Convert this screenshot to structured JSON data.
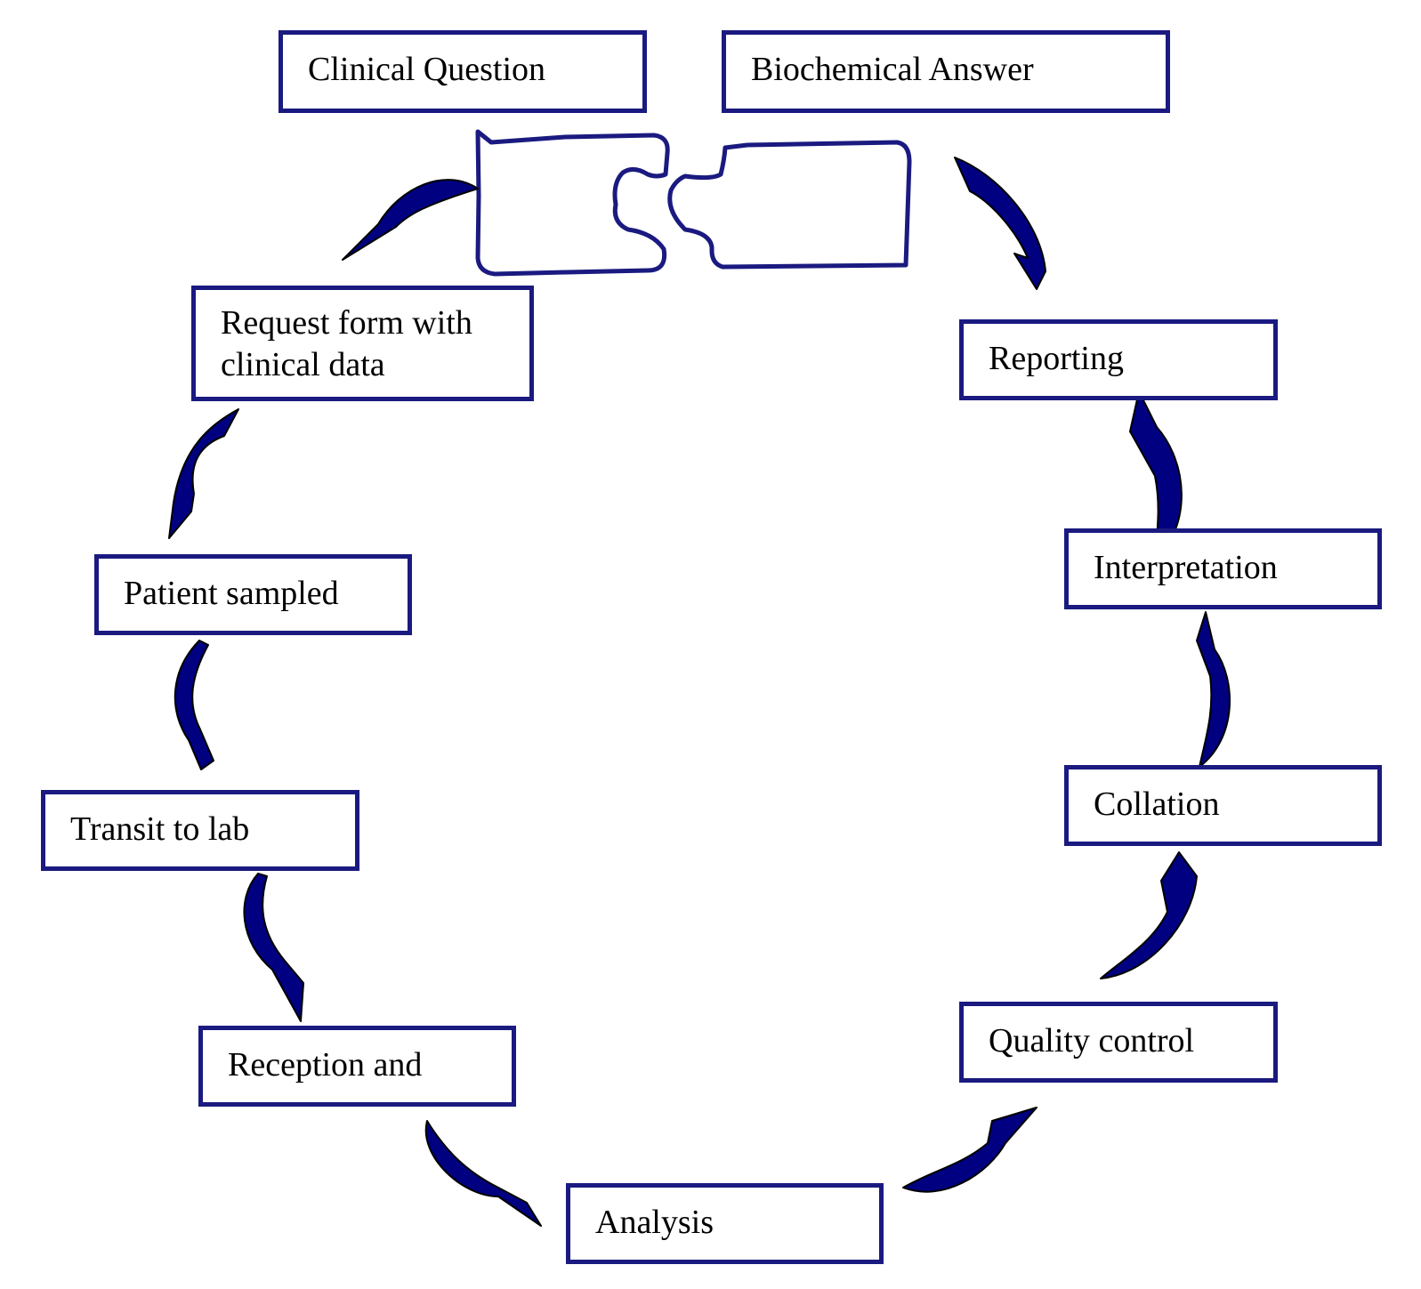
{
  "colors": {
    "border": "#1a1a80",
    "arrow_fill": "#000080",
    "arrow_stroke": "#000000",
    "text": "#000000",
    "background": "#ffffff"
  },
  "nodes": {
    "clinical_question": "Clinical Question",
    "biochemical_answer": "Biochemical Answer",
    "request_form_line1": "Request form with",
    "request_form_line2": "clinical data",
    "patient_sampled": "Patient sampled",
    "transit_to_lab": "Transit to lab",
    "reception": "Reception and",
    "analysis": "Analysis",
    "quality_control": "Quality control",
    "collation": "Collation",
    "interpretation": "Interpretation",
    "reporting": "Reporting"
  },
  "icons": {
    "puzzle": "puzzle-pieces-icon",
    "arrow": "curved-arrow-icon"
  }
}
